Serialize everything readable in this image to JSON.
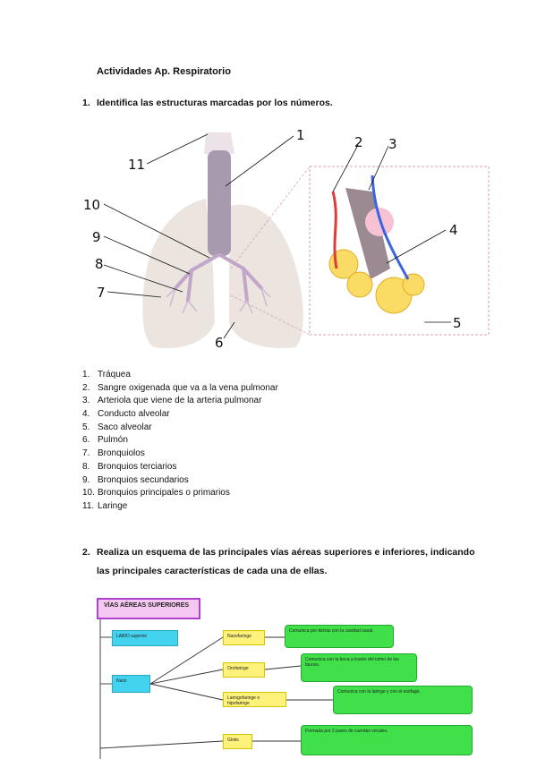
{
  "title": "Actividades Ap. Respiratorio",
  "question1": {
    "number": "1.",
    "text": "Identifica las estructuras marcadas por los números."
  },
  "figure_labels": {
    "l1": "1",
    "l2": "2",
    "l3": "3",
    "l4": "4",
    "l5": "5",
    "l6": "6",
    "l7": "7",
    "l8": "8",
    "l9": "9",
    "l10": "10",
    "l11": "11"
  },
  "answers": [
    {
      "num": "1.",
      "text": "Tráquea"
    },
    {
      "num": "2.",
      "text": "Sangre oxigenada que va a la vena pulmonar"
    },
    {
      "num": "3.",
      "text": "Arteriola que viene de la arteria pulmonar"
    },
    {
      "num": "4.",
      "text": "Conducto alveolar"
    },
    {
      "num": "5.",
      "text": "Saco alveolar"
    },
    {
      "num": "6.",
      "text": "Pulmón"
    },
    {
      "num": "7.",
      "text": "Bronquiolos"
    },
    {
      "num": "8.",
      "text": "Bronquios terciarios"
    },
    {
      "num": "9.",
      "text": "Bronquios secundarios"
    },
    {
      "num": "10.",
      "text": "Bronquios principales o primarios"
    },
    {
      "num": "11.",
      "text": "Laringe"
    }
  ],
  "question2": {
    "number": "2.",
    "line1": "Realiza un esquema de las principales vías aéreas superiores e inferiores, indicando",
    "line2": "las principales características de cada una de ellas."
  },
  "scheme": {
    "main": "VÍAS AÉREAS SUPERIORES",
    "blue1": "LABIO superior",
    "blue2": "Nariz",
    "y1": "Nasofaringe",
    "y2": "Orofaringe",
    "y3": "Laringofaringe o hipofaringe",
    "y4": "Glotis",
    "g1": "Comunica por detrás con la cavidad nasal.",
    "g2": "Comunica con la boca a través del istmo de las fauces.",
    "g3": "Comunica con la laringe y con el esófago.",
    "g4": "Formada por 2 pares de cuerdas vocales."
  }
}
